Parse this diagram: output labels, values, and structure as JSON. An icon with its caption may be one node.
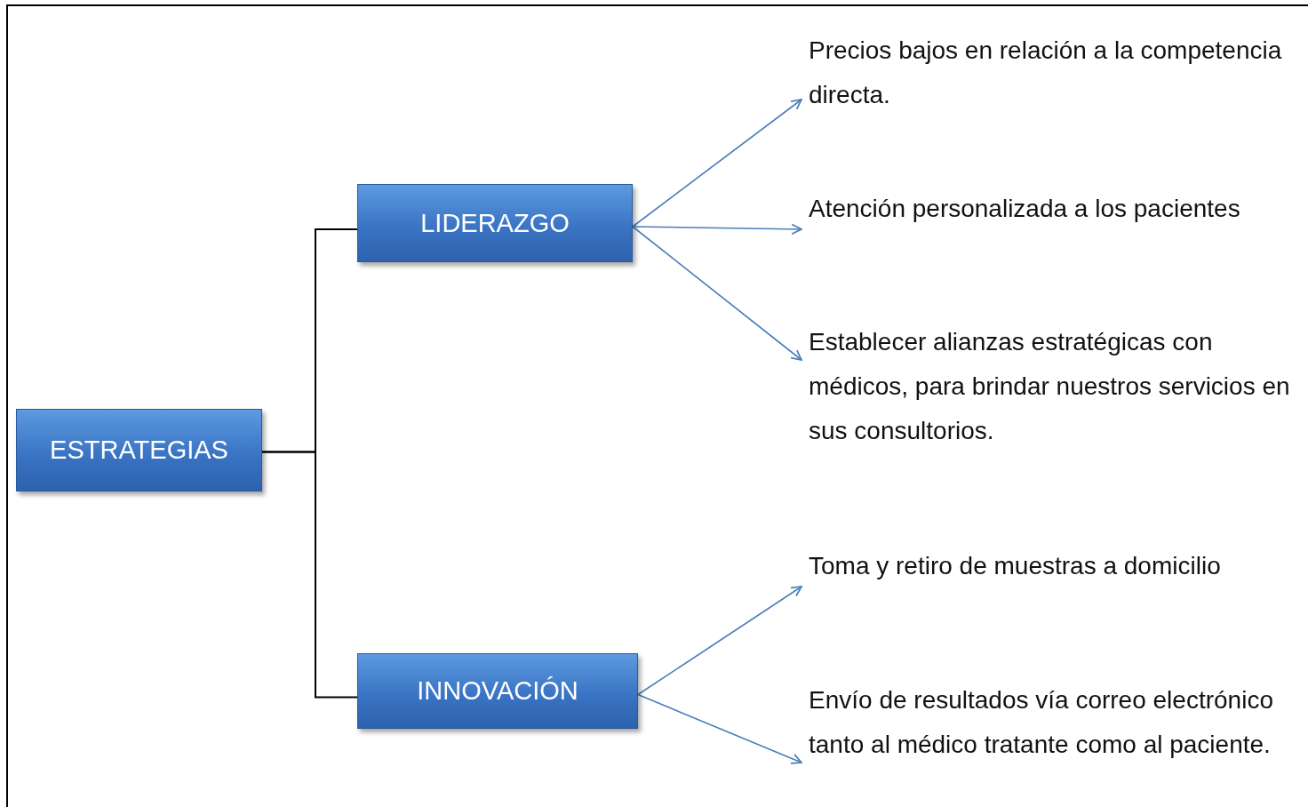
{
  "diagram": {
    "nodes": [
      {
        "text": [
          "ESTRATEGIAS"
        ]
      },
      {
        "text": [
          "LIDERAZGO"
        ]
      },
      {
        "text": [
          "INNOVACIÓN"
        ]
      },
      {
        "text": [
          "Precios bajos en relación a la competencia directa."
        ]
      },
      {
        "text": [
          "Atención personalizada a los pacientes"
        ]
      },
      {
        "text": [
          "Establecer alianzas estratégicas con médicos, para brindar nuestros servicios en sus consultorios."
        ]
      },
      {
        "text": [
          "Toma y retiro de muestras a domicilio"
        ]
      },
      {
        "text": [
          "Envío de resultados vía correo electrónico tanto al médico tratante como al paciente."
        ]
      }
    ],
    "edges": [
      {
        "from": 0,
        "to": 1,
        "arrow": "none",
        "color": "#000000"
      },
      {
        "from": 0,
        "to": 2,
        "arrow": "none",
        "color": "#000000"
      },
      {
        "from": 1,
        "to": 3,
        "arrow": "to"
      },
      {
        "from": 1,
        "to": 4,
        "arrow": "to"
      },
      {
        "from": 1,
        "to": 5,
        "arrow": "to"
      },
      {
        "from": 2,
        "to": 6,
        "arrow": "to"
      },
      {
        "from": 2,
        "to": 7,
        "arrow": "to"
      }
    ]
  }
}
